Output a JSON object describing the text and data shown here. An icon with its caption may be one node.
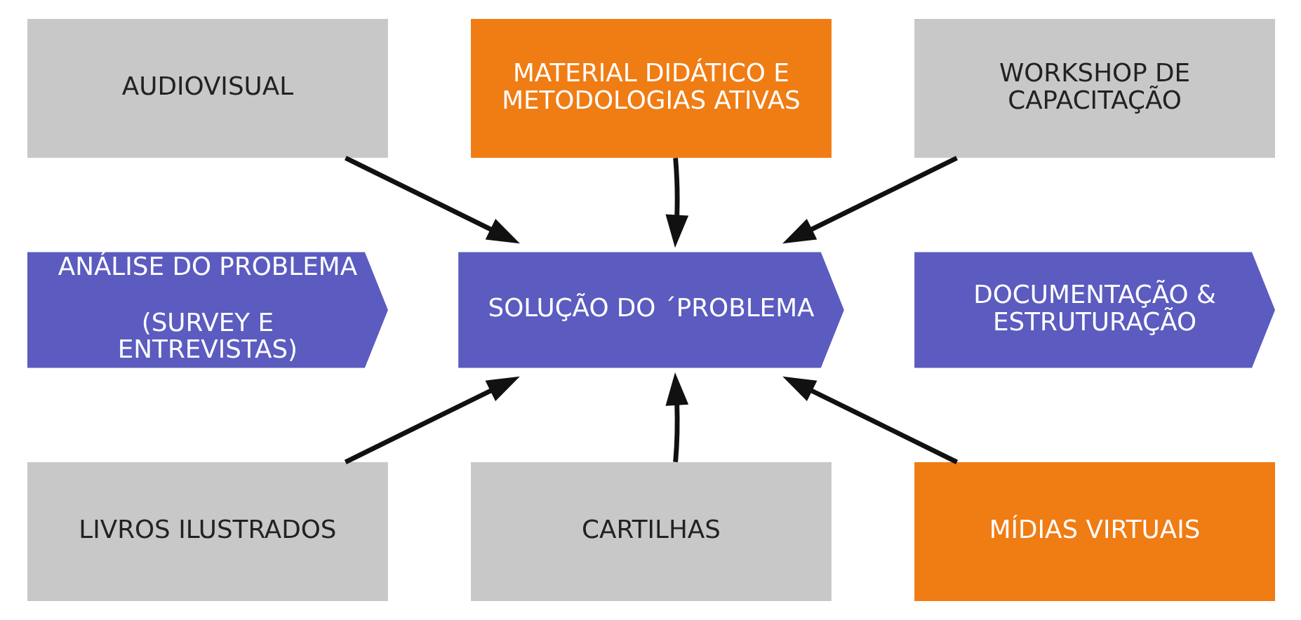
{
  "diagram": {
    "nodes": [
      {
        "text": [
          "AUDIOVISUAL"
        ]
      },
      {
        "text": [
          "MATERIAL DIDÁTICO E METODOLOGIAS ATIVAS"
        ]
      },
      {
        "text": [
          "WORKSHOP DE CAPACITAÇÃO"
        ]
      },
      {
        "text": [
          "ANÁLISE DO PROBLEMA",
          "(SURVEY E ENTREVISTAS)"
        ]
      },
      {
        "text": [
          "SOLUÇÃO DO ´PROBLEMA"
        ]
      },
      {
        "text": [
          "DOCUMENTAÇÃO & ESTRUTURAÇÃO"
        ]
      },
      {
        "text": [
          "LIVROS ILUSTRADOS"
        ]
      },
      {
        "text": [
          "CARTILHAS"
        ]
      },
      {
        "text": [
          "MÍDIAS VIRTUAIS"
        ]
      }
    ],
    "edges": [
      {
        "from": 0,
        "to": 4,
        "arrow": "to"
      },
      {
        "from": 1,
        "to": 4,
        "arrow": "to"
      },
      {
        "from": 2,
        "to": 4,
        "arrow": "to"
      },
      {
        "from": 6,
        "to": 4,
        "arrow": "to"
      },
      {
        "from": 7,
        "to": 4,
        "arrow": "to"
      },
      {
        "from": 8,
        "to": 4,
        "arrow": "to"
      }
    ]
  }
}
